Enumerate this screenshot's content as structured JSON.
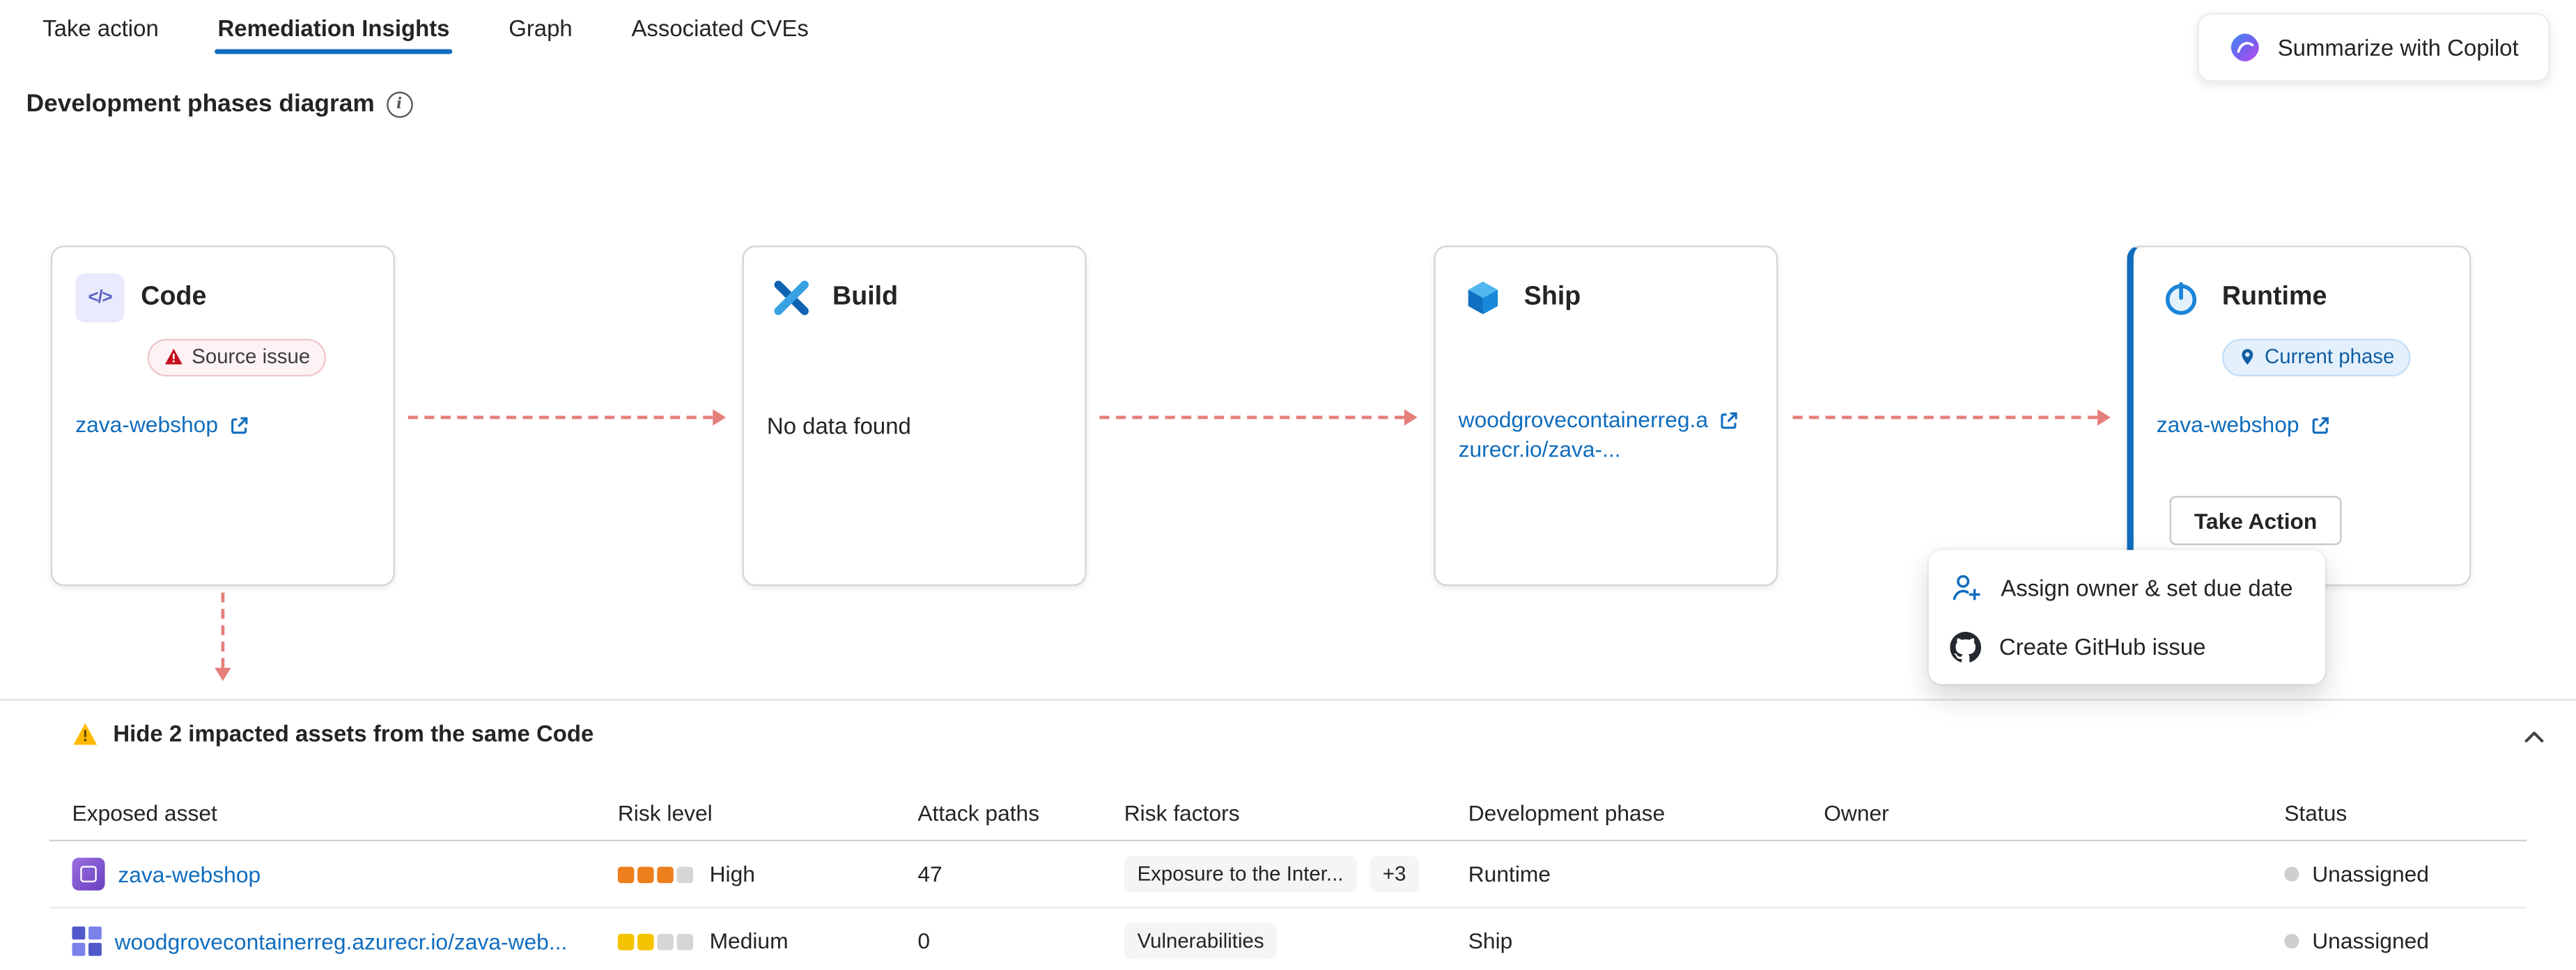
{
  "tabs": [
    {
      "label": "Take action",
      "active": false
    },
    {
      "label": "Remediation Insights",
      "active": true
    },
    {
      "label": "Graph",
      "active": false
    },
    {
      "label": "Associated CVEs",
      "active": false
    }
  ],
  "copilot": {
    "label": "Summarize with Copilot"
  },
  "diagram": {
    "title": "Development phases diagram"
  },
  "phases": {
    "code": {
      "title": "Code",
      "badge": "Source issue",
      "link": "zava-webshop"
    },
    "build": {
      "title": "Build",
      "empty": "No data found"
    },
    "ship": {
      "title": "Ship",
      "link_line1": "woodgrovecontainerreg.a",
      "link_line2": "zurecr.io/zava-..."
    },
    "runtime": {
      "title": "Runtime",
      "badge": "Current phase",
      "link": "zava-webshop",
      "action": "Take Action"
    }
  },
  "menu": {
    "items": [
      {
        "label": "Assign owner & set due date"
      },
      {
        "label": "Create GitHub issue"
      }
    ]
  },
  "impacted": {
    "title": "Hide 2 impacted assets from the same Code",
    "columns": [
      "Exposed asset",
      "Risk level",
      "Attack paths",
      "Risk factors",
      "Development phase",
      "Owner",
      "Status"
    ],
    "rows": [
      {
        "asset": "zava-webshop",
        "risk_level": "High",
        "risk_filled": 3,
        "attack_paths": "47",
        "factor": "Exposure to the Inter...",
        "more": "+3",
        "phase": "Runtime",
        "owner": "",
        "status": "Unassigned"
      },
      {
        "asset": "woodgrovecontainerreg.azurecr.io/zava-web...",
        "risk_level": "Medium",
        "risk_filled": 2,
        "attack_paths": "0",
        "factor": "Vulnerabilities",
        "more": "",
        "phase": "Ship",
        "owner": "",
        "status": "Unassigned"
      }
    ]
  },
  "icons": {
    "code_glyph": "</>",
    "info_glyph": "i"
  },
  "colors": {
    "accent": "#0f6cbd",
    "link": "#0f6cbd",
    "arrow": "#e57f7b",
    "source_badge_bg": "#fdf3f4",
    "current_badge_bg": "#e4f0fb",
    "risk": {
      "High": "#ee7f1d",
      "Medium": "#f5c400",
      "empty": "#d6d6d6"
    }
  }
}
